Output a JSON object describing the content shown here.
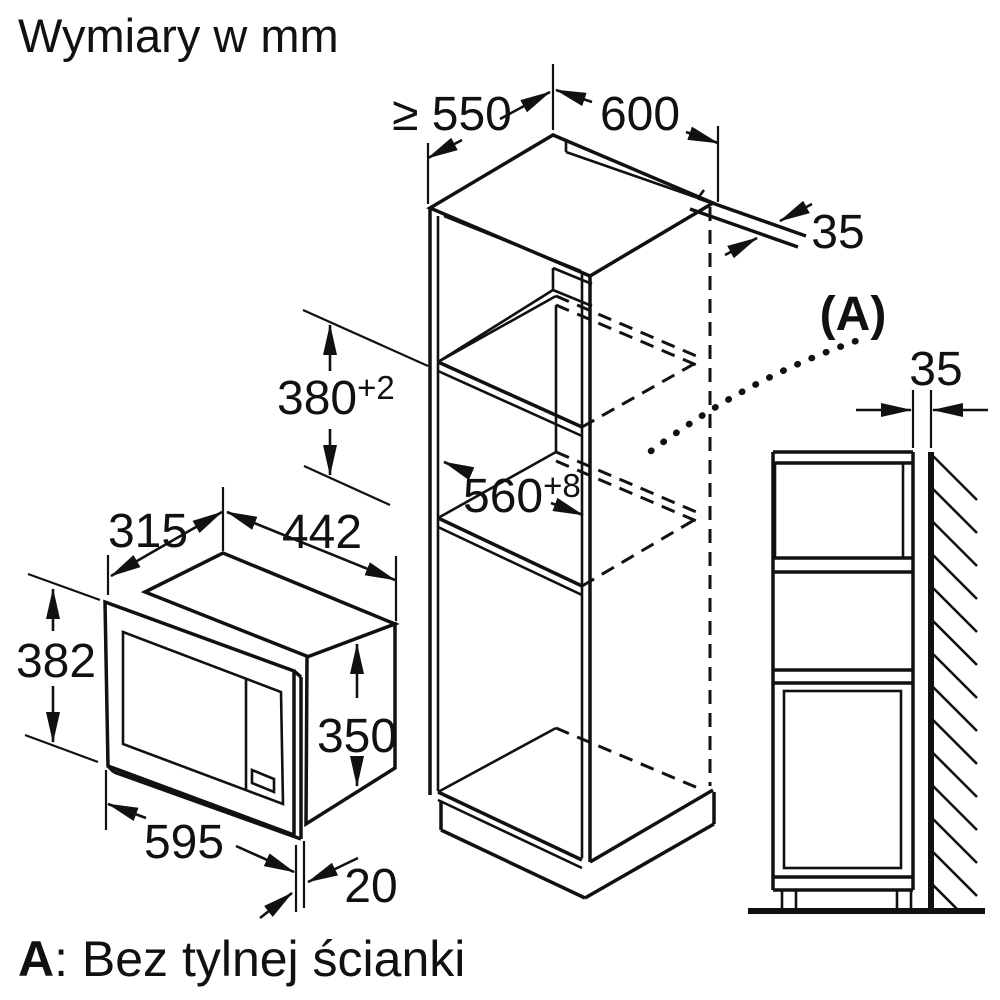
{
  "title": "Wymiary w mm",
  "footnote": {
    "key": "A",
    "text": ": Bez tylnej ścianki"
  },
  "cabinet": {
    "min_depth": "≥ 550",
    "width": "600",
    "rail_thickness": "35",
    "niche_height": "380",
    "niche_height_tol": "+2",
    "niche_width": "560",
    "niche_width_tol": "+8",
    "back_label": "(A)"
  },
  "microwave": {
    "depth": "315",
    "width": "442",
    "height": "382",
    "body_height": "350",
    "frame_width": "595",
    "frame_offset": "20"
  },
  "side_view": {
    "wall_gap": "35"
  }
}
